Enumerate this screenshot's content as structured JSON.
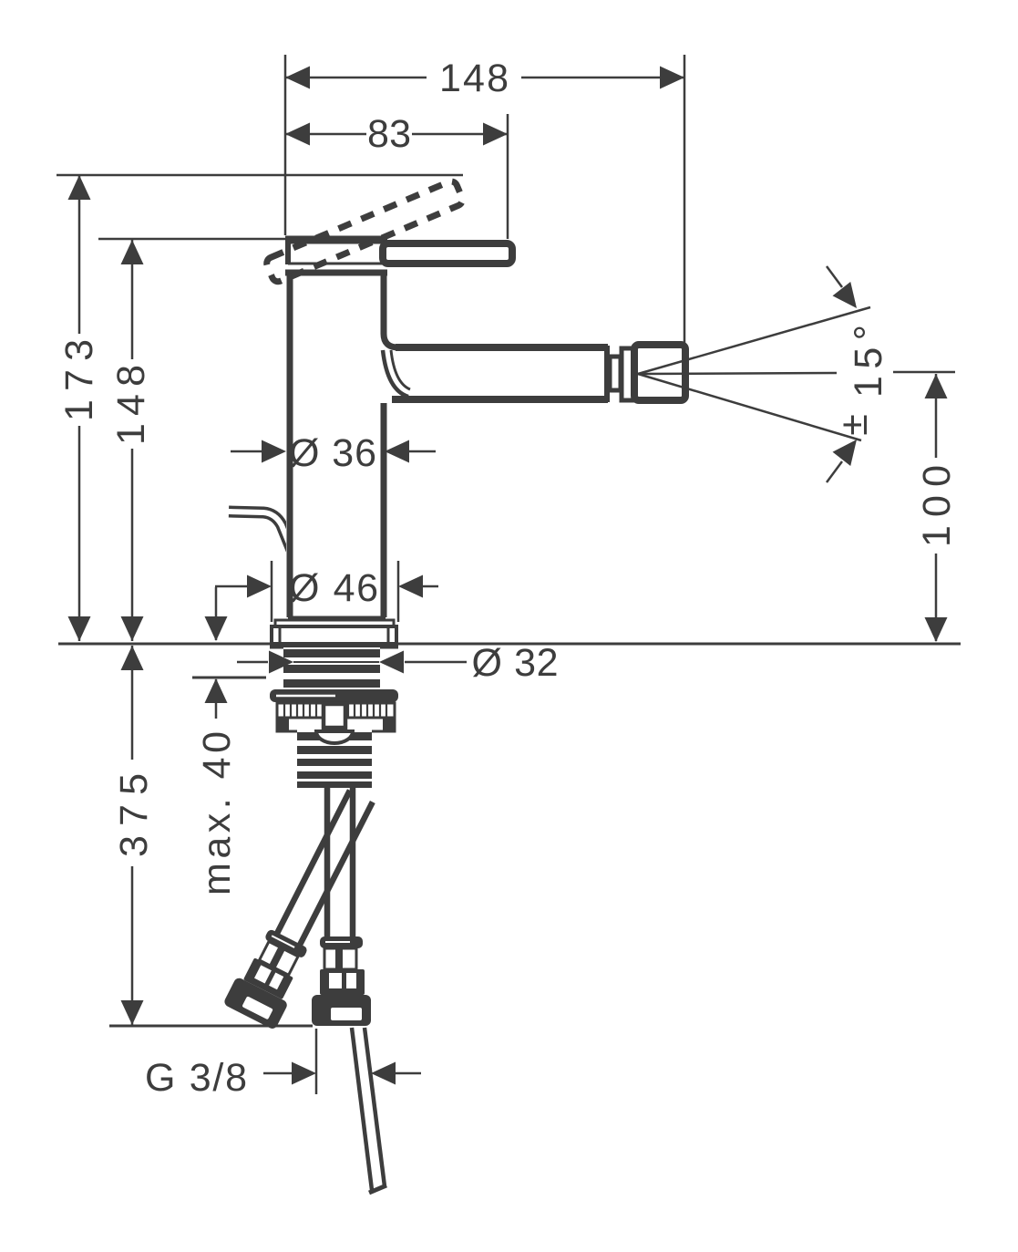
{
  "drawing": {
    "line_color": "#3d3d3d",
    "background_color": "#ffffff",
    "labels": {
      "total_width": "148",
      "handle_projection": "83",
      "total_height": "173",
      "body_height": "148",
      "body_diameter": "Ø 36",
      "base_diameter": "Ø 46",
      "shank_diameter": "Ø 32",
      "spout_height": "100",
      "swivel_angle": "15°",
      "swivel_sign": "±",
      "max_mounting_thickness": "max. 40",
      "hose_length": "375",
      "thread_size": "G 3/8"
    }
  }
}
